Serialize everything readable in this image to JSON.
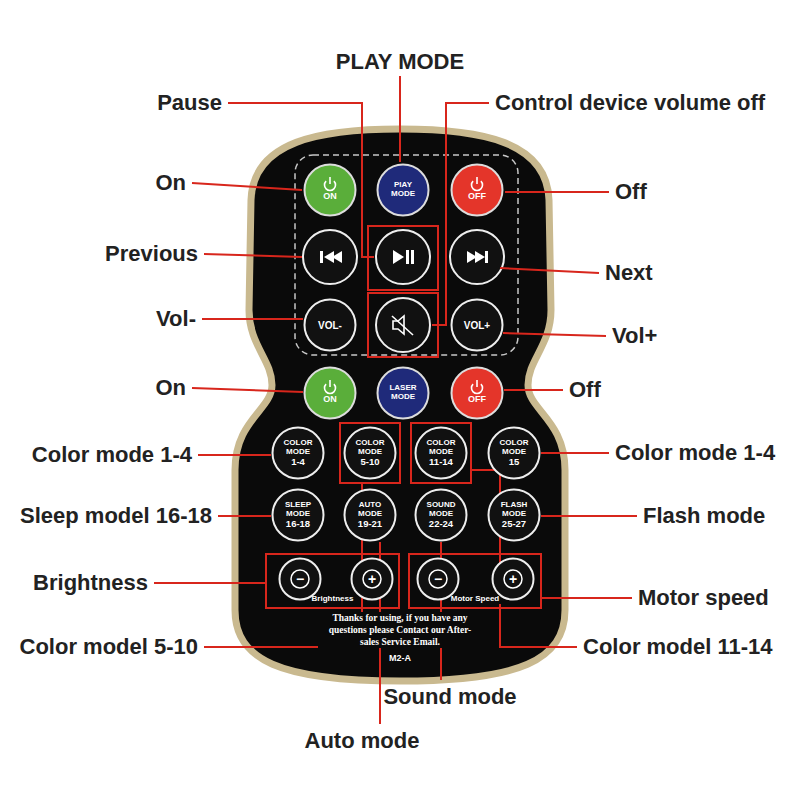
{
  "diagram": {
    "nodes": [
      {
        "text": [
          "Thanks for using, if you have any questions please Contact our After-sales Service Email.",
          "M2-A"
        ]
      },
      {
        "text": [
          "ON"
        ],
        "in": 0
      },
      {
        "text": [
          "PlAY MODE"
        ],
        "in": 0
      },
      {
        "text": [
          "OFF"
        ],
        "in": 0
      },
      {
        "text": [
          "VOL-"
        ],
        "in": 0
      },
      {
        "text": [
          "VOL+"
        ],
        "in": 0
      },
      {
        "text": [
          "ON"
        ],
        "in": 0
      },
      {
        "text": [
          "LASER MODE"
        ],
        "in": 0
      },
      {
        "text": [
          "OFF"
        ],
        "in": 0
      },
      {
        "text": [
          "COLOR MODE",
          "1-4"
        ],
        "in": 0
      },
      {
        "text": [
          "COLOR MODE",
          "5-10"
        ],
        "in": 0
      },
      {
        "text": [
          "COLOR MODE",
          "11-14"
        ],
        "in": 0
      },
      {
        "text": [
          "COLOR MODE",
          "15"
        ],
        "in": 0
      },
      {
        "text": [
          "SLEEP MODE",
          "16-18"
        ],
        "in": 0
      },
      {
        "text": [
          "AUTO MODE",
          "19-21"
        ],
        "in": 0
      },
      {
        "text": [
          "SOUND MODE",
          "22-24"
        ],
        "in": 0
      },
      {
        "text": [
          "FLASH MODE",
          "25-27"
        ],
        "in": 0
      },
      {
        "text": [
          "Brightness"
        ],
        "in": 0
      },
      {
        "text": [
          "−"
        ],
        "in": 17
      },
      {
        "text": [
          "+"
        ],
        "in": 17
      },
      {
        "text": [
          "Motor Speed"
        ],
        "in": 0
      },
      {
        "text": [
          "−"
        ],
        "in": 20
      },
      {
        "text": [
          "+"
        ],
        "in": 20
      }
    ],
    "labels": [
      "PLAY MODE",
      "Pause",
      "Control device volume off",
      "On",
      "Off",
      "Previous",
      "Next",
      "Vol-",
      "Vol+",
      "On",
      "Off",
      "Color mode 1-4",
      "Color mode 1-4",
      "Sleep model 16-18",
      "Flash mode",
      "Brightness",
      "Motor speed",
      "Color model 5-10",
      "Color model 11-14",
      "Sound mode",
      "Auto mode"
    ]
  }
}
